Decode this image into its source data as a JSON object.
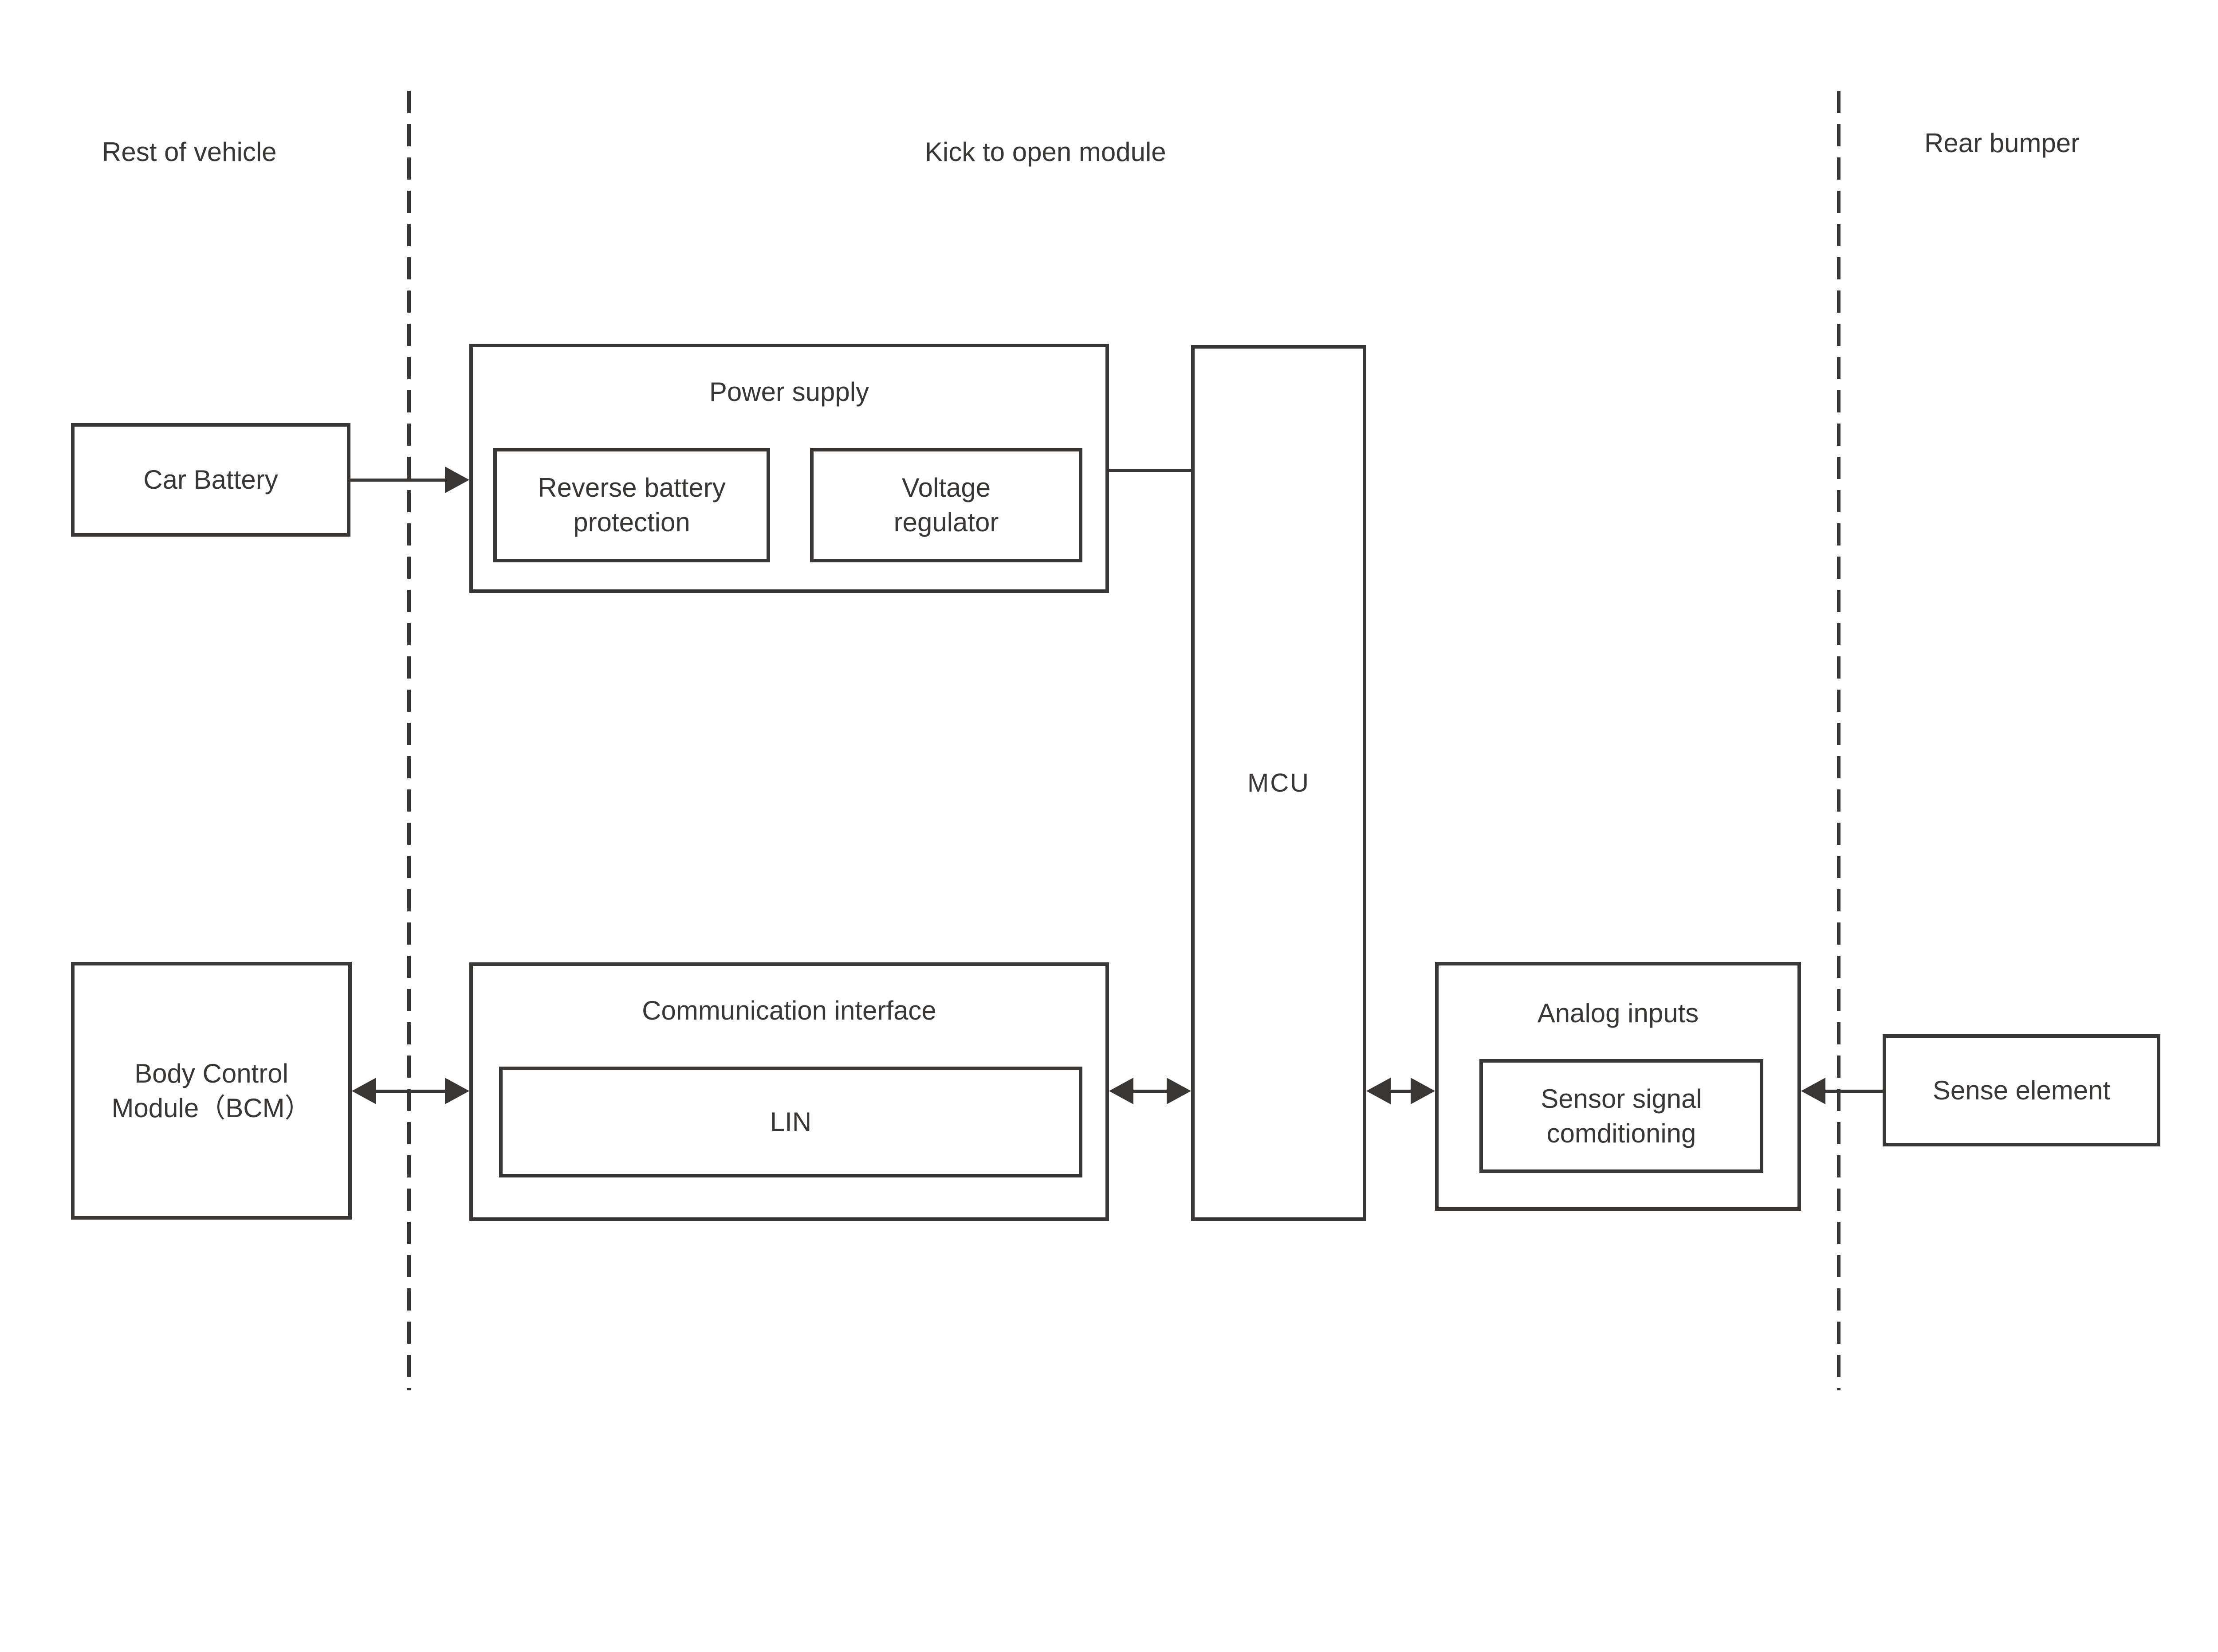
{
  "colors": {
    "ink": "#3a3634",
    "background": "#ffffff"
  },
  "sections": {
    "rest_of_vehicle": "Rest of vehicle",
    "kick_to_open": "Kick to open module",
    "rear_bumper": "Rear bumper"
  },
  "blocks": {
    "car_battery": "Car Battery",
    "power_supply": {
      "title": "Power supply",
      "reverse_battery": "Reverse battery\nprotection",
      "voltage_regulator": "Voltage\nregulator"
    },
    "mcu": "MCU",
    "bcm": "Body Control\nModule（BCM）",
    "communication": {
      "title": "Communication interface",
      "lin": "LIN"
    },
    "analog_inputs": {
      "title": "Analog inputs",
      "sensor_signal": "Sensor signal\ncomditioning"
    },
    "sense_element": "Sense element"
  }
}
